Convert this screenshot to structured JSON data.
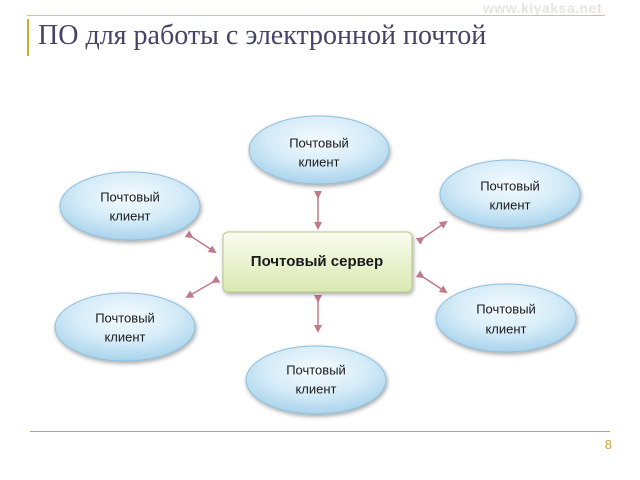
{
  "watermark": "www.kiyaksa.net",
  "title": "ПО для работы с электронной почтой",
  "page_number": "8",
  "server": {
    "label": "Почтовый сервер"
  },
  "clients": [
    {
      "line1": "Почтовый",
      "line2": "клиент"
    },
    {
      "line1": "Почтовый",
      "line2": "клиент"
    },
    {
      "line1": "Почтовый",
      "line2": "клиент"
    },
    {
      "line1": "Почтовый",
      "line2": "клиент"
    },
    {
      "line1": "Почтовый",
      "line2": "клиент"
    },
    {
      "line1": "Почтовый",
      "line2": "клиент"
    }
  ],
  "colors": {
    "title": "#444466",
    "accent_rule": "#ccaa33",
    "client_fill_light": "#f4fbff",
    "client_fill_dark": "#a9d3ec",
    "server_fill_light": "#fbfdf0",
    "server_fill_dark": "#d9e8b0",
    "arrow": "#c07a8a"
  }
}
